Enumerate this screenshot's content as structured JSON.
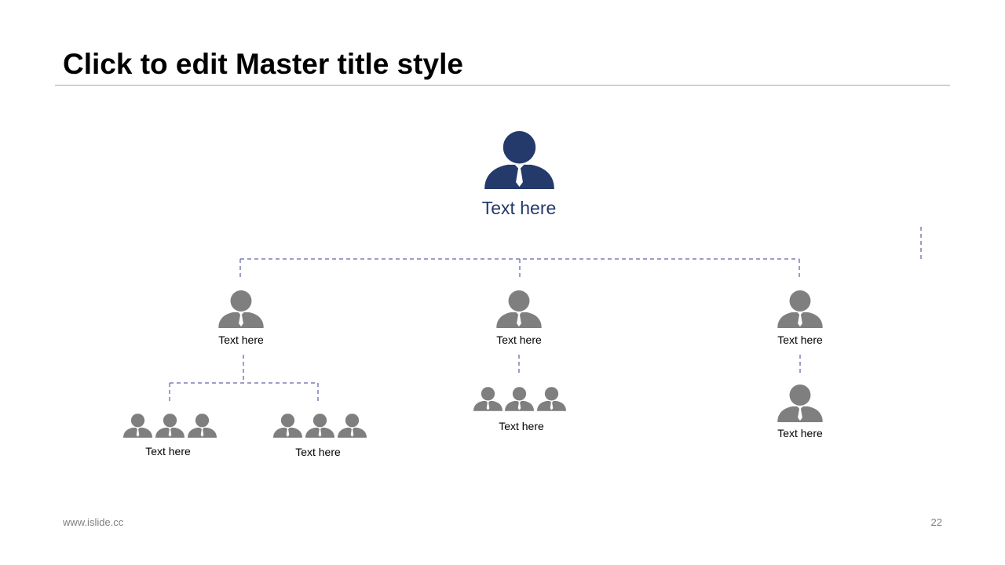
{
  "slide": {
    "title": "Click to edit Master title style",
    "footer_left": "www.islide.cc",
    "page_number": "22"
  },
  "colors": {
    "root_person": "#243a6b",
    "member_person": "#7f7f7f",
    "connector": "#7b7fb8",
    "title_rule": "#a6a6a6"
  },
  "org_chart": {
    "root": {
      "label": "Text here",
      "icon": "person-icon"
    },
    "level1": [
      {
        "label": "Text here",
        "icon": "person-icon"
      },
      {
        "label": "Text here",
        "icon": "person-icon"
      },
      {
        "label": "Text here",
        "icon": "person-icon"
      }
    ],
    "level2": [
      {
        "label": "Text here",
        "icon": "group-of-three-icon",
        "parent": 0
      },
      {
        "label": "Text here",
        "icon": "group-of-three-icon",
        "parent": 0
      },
      {
        "label": "Text here",
        "icon": "group-of-three-icon",
        "parent": 1
      },
      {
        "label": "Text here",
        "icon": "person-icon",
        "parent": 2
      }
    ]
  }
}
